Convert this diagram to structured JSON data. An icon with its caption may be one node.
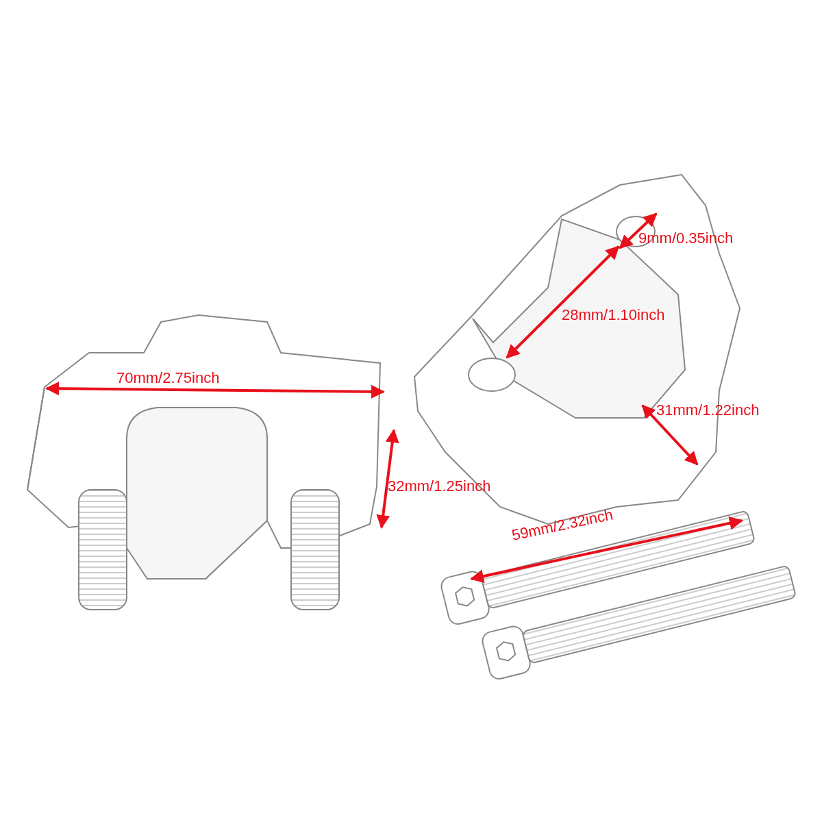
{
  "diagram": {
    "labels": [
      "9mm/0.35inch",
      "28mm/1.10inch",
      "70mm/2.75inch",
      "31mm/1.22inch",
      "32mm/1.25inch",
      "59mm/2.32inch"
    ]
  }
}
